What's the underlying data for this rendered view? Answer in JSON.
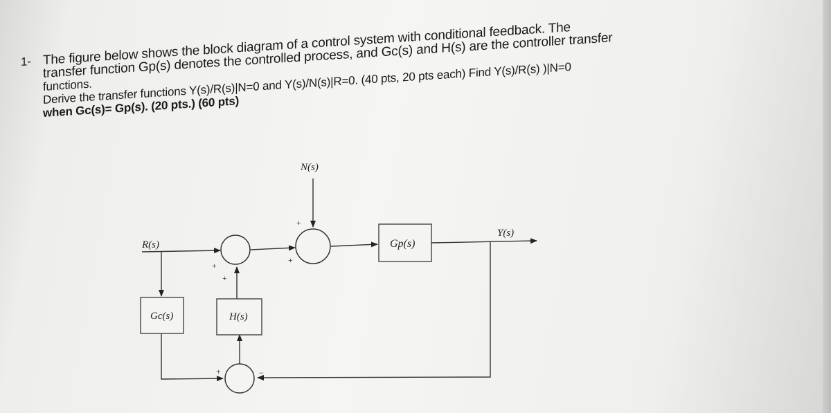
{
  "question": {
    "number": "1-",
    "lines": [
      "The figure below shows the block diagram of a control system with conditional feedback. The",
      "transfer function Gp(s) denotes the controlled process, and Gc(s) and H(s) are the controller transfer",
      "functions.",
      "Derive the transfer functions Y(s)/R(s)|N=0 and Y(s)/N(s)|R=0. (40 pts, 20 pts each) Find Y(s)/R(s) )|N=0",
      "when Gc(s)= Gp(s). (20 pts.) (60 pts)"
    ]
  },
  "diagram": {
    "input_label": "R(s)",
    "disturbance_label": "N(s)",
    "output_label": "Y(s)",
    "blocks": {
      "plant": "Gp(s)",
      "controller_c": "Gc(s)",
      "controller_h": "H(s)"
    },
    "signs": {
      "sum1_from_r": "+",
      "sum1_from_h": "+",
      "sum2_from_n": "+",
      "sum2_from_sum1": "+",
      "sum3_from_gc": "+",
      "sum3_from_y": "−"
    }
  }
}
